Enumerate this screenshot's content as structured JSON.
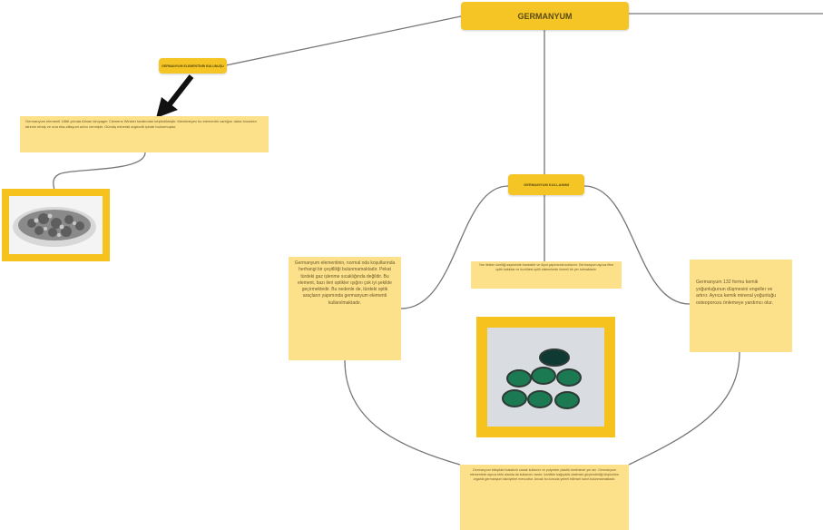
{
  "mindmap": {
    "root": {
      "label": "GERMANYUM"
    },
    "topic_left": {
      "label": "GERMANYUM ELEMENTİNİN BULUNUŞU"
    },
    "topic_middle": {
      "label": "GERMANYUM KULLANIMI"
    },
    "note_history": {
      "text": "Germanyum elementi 1886 yılında Alman kimyager Clemens Winkler tarafından keşfedilmiştir. Mendeleyev bu elementin varlığını daha önceden tahmin etmiş ve ona eka-silisyum adını vermiştir. Gümüş minerali argirodit içinde bulunmuştur."
    },
    "note_left": {
      "text": "Germanyum elementinin, normal oda koşullarında herhangi bir çeşitliliği bulunmamaktadır. Pekat türdeki gaz işlenme sıcaklığında değildir. Bu element, bazı ileri optikler ışığını çok iyi şekilde geçirmektedir. Bu nedenle de, türdeki optik araçların yapımında germanyum elementi kullanılmaktadır."
    },
    "note_middle": {
      "text": "Yarı iletken özelliği sayesinde transistör ve diyot yapımında kullanılır. Germanyum ayrıca fiber optik kablolar ve kızılötesi optik sistemlerde önemli bir yer tutmaktadır."
    },
    "note_right": {
      "text": "Germanyum 132 formu kemik yoğunluğunun düşmesini engeller ve artırır. Ayrıca kemik mineral yoğunluğu osteoporozu önlemeye yardımcı olur."
    },
    "note_bottom": {
      "text": "Germanyum bileşikleri katalizör olarak kullanılır ve polyester plastik üretiminde yer alır. Germanyum elementinin ayrıca tıbbi alanda da kullanımı vardır; özellikle bağışıklık sistemini güçlendirdiği düşünülen organik germanyum takviyeleri mevcuttur. Ancak bu konuda yeterli bilimsel kanıt bulunmamaktadır."
    }
  },
  "images": {
    "germanium_pieces": {
      "icon": "germanium-metal-pieces-photo"
    },
    "germanium_lenses": {
      "icon": "germanium-lenses-photo"
    }
  },
  "colors": {
    "node": "#f5c525",
    "note": "#fde08a",
    "frame": "#f5c21e",
    "connector": "#6b6b6b"
  }
}
